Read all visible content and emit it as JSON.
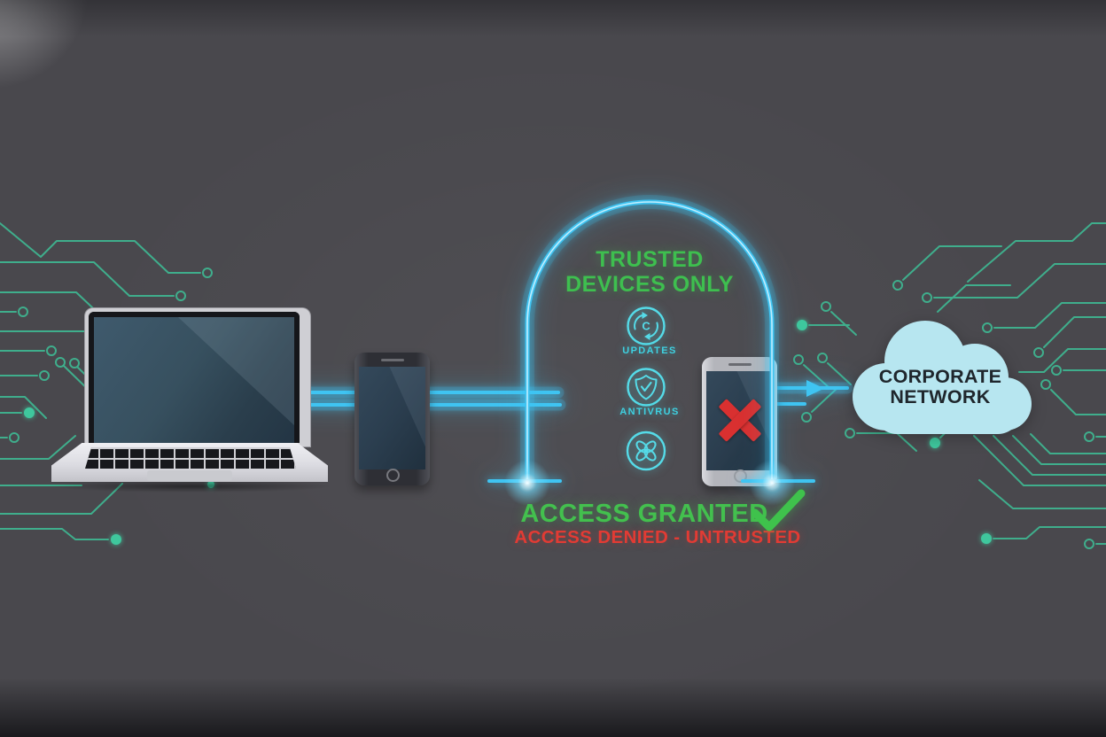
{
  "scene_title": "trusted-device-gateway-infographic",
  "gate": {
    "title_line1": "TRUSTED",
    "title_line2": "DEVICES ONLY",
    "checks": [
      {
        "label": "UPDATES",
        "icon": "updates-refresh-icon",
        "center_glyph": "C"
      },
      {
        "label": "ANTIVRUS",
        "icon": "antivirus-shield-check-icon"
      },
      {
        "label": "",
        "icon": "crossed-chain-links-icon"
      }
    ]
  },
  "status": {
    "granted": "ACCESS GRANTED",
    "denied": "ACCESS DENIED - UNTRUSTED"
  },
  "cloud": {
    "line1": "CORPORATE",
    "line2": "NETWORK"
  },
  "devices": [
    {
      "name": "laptop",
      "status": "trusted"
    },
    {
      "name": "smartphone",
      "status": "trusted"
    },
    {
      "name": "smartphone-blocked",
      "status": "untrusted",
      "mark": "red-x"
    }
  ],
  "colors": {
    "background": "#49484d",
    "circuit_trace": "#3fae8c",
    "gateway_cyan": "#3fc4f2",
    "icon_cyan": "#55dbe8",
    "label_cyan": "#3fd0e0",
    "trusted_green": "#3ebf4f",
    "granted_green": "#43c04e",
    "denied_red": "#e23b34",
    "blocked_x_red": "#d93030",
    "cloud_fill": "#b7e6f0",
    "cloud_text": "#1f262c"
  }
}
